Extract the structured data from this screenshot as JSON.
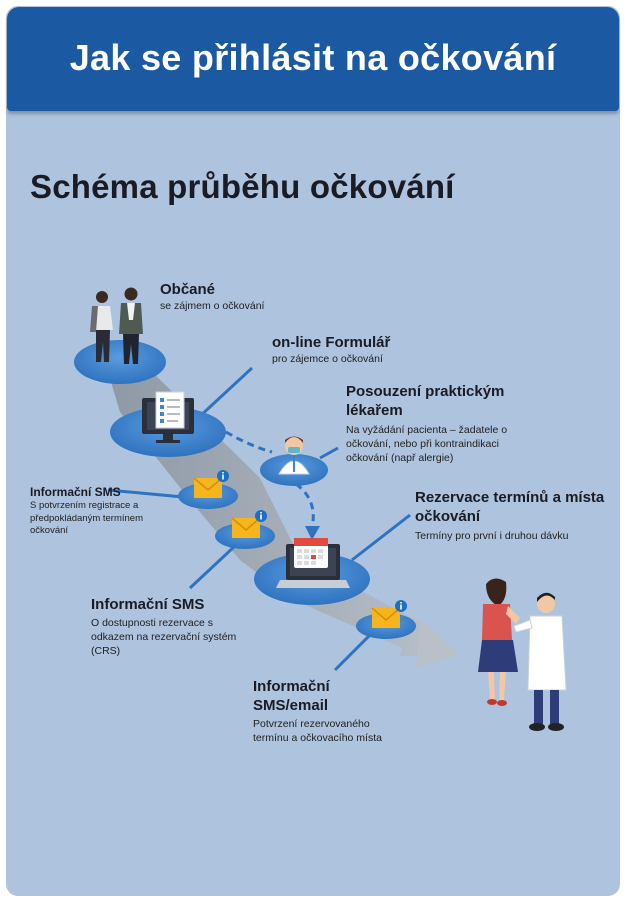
{
  "header": {
    "title": "Jak se přihlásit na očkování"
  },
  "subtitle": "Schéma průběhu očkování",
  "steps": {
    "citizens": {
      "title": "Občané",
      "desc": "se zájmem o očkování"
    },
    "form": {
      "title": "on-line Formulář",
      "desc": "pro zájemce o očkování"
    },
    "doctor": {
      "title": "Posouzení praktickým lékařem",
      "desc": "Na vyžádání pacienta – žadatele o očkování, nebo při kontraindikaci očkování (např alergie)"
    },
    "sms1": {
      "title": "Informační SMS",
      "desc": "S potvrzením registrace a předpokládaným termínem očkování"
    },
    "reservation": {
      "title": "Rezervace termínů a místa očkování",
      "desc": "Termíny pro první i druhou dávku"
    },
    "sms2": {
      "title": "Informační SMS",
      "desc": "O dostupnosti rezervace s odkazem na rezervační systém (CRS)"
    },
    "sms3": {
      "title": "Informační SMS/email",
      "desc": "Potvrzení rezervovaného termínu a očkovacího místa"
    }
  },
  "colors": {
    "header": "#1b59a3",
    "panel": "#adc3de",
    "disc": "#3f86d1",
    "envelope": "#f6b51c",
    "info_badge": "#1c6fc4"
  }
}
